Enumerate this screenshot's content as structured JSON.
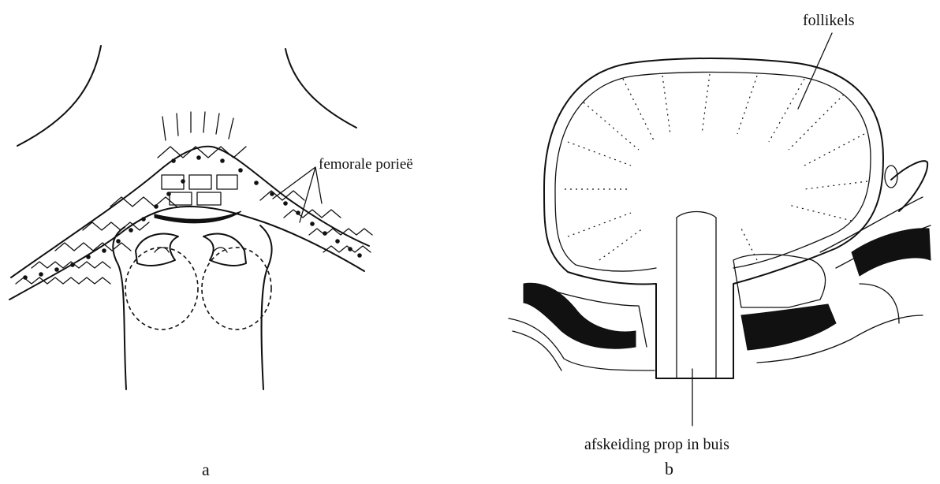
{
  "panel_a": {
    "caption": "a",
    "label_pores": "femorale porieë"
  },
  "panel_b": {
    "caption": "b",
    "label_follicles": "follikels",
    "label_plug": "afskeiding prop in buis"
  }
}
